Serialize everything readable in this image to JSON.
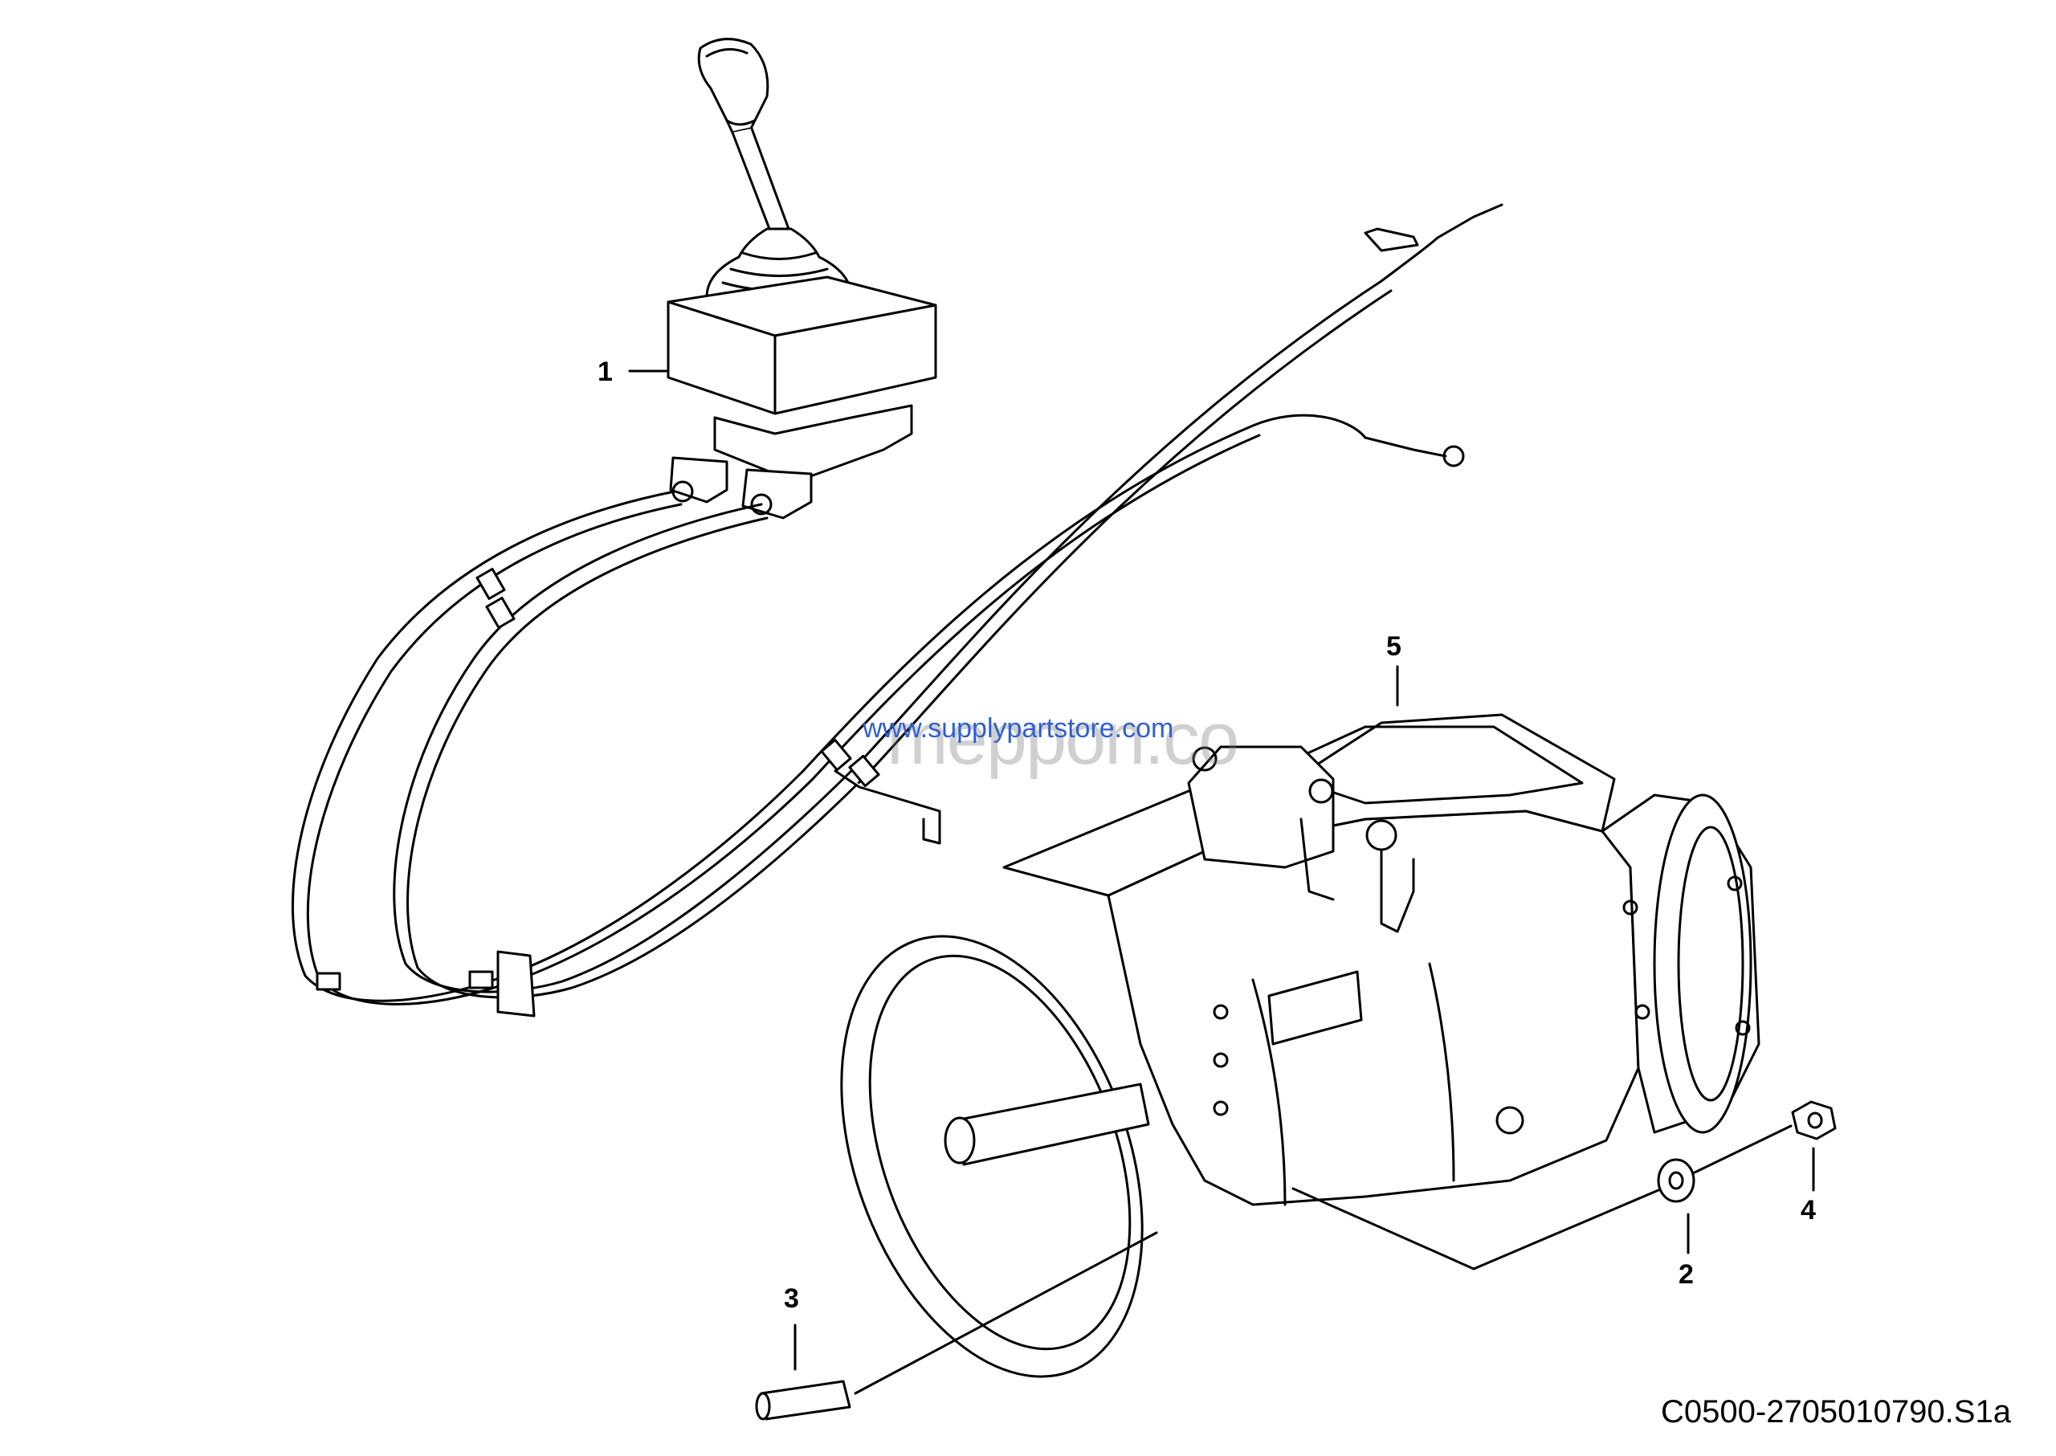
{
  "callouts": {
    "c1": "1",
    "c2": "2",
    "c3": "3",
    "c4": "4",
    "c5": "5"
  },
  "drawing_code": "C0500-2705010790.S1a",
  "watermarks": {
    "url": "www.supplypartstore.com",
    "brand": "meppon.co"
  },
  "colors": {
    "line": "#000000",
    "watermark_url": "#2f5fd4"
  }
}
